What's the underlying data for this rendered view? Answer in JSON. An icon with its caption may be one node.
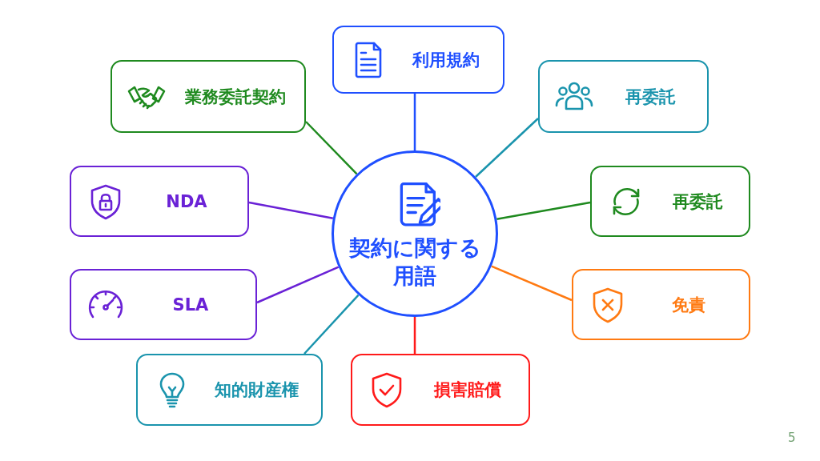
{
  "diagram": {
    "nodes": [
      {
        "text": [
          "契約に関する用語"
        ]
      },
      {
        "text": [
          "利用規約"
        ]
      },
      {
        "text": [
          "業務委託契約"
        ]
      },
      {
        "text": [
          "再委託"
        ]
      },
      {
        "text": [
          "NDA"
        ]
      },
      {
        "text": [
          "再委託"
        ]
      },
      {
        "text": [
          "SLA"
        ]
      },
      {
        "text": [
          "免責"
        ]
      },
      {
        "text": [
          "知的財産権"
        ]
      },
      {
        "text": [
          "損害賠償"
        ]
      }
    ],
    "edges": [
      {
        "from": 0,
        "to": 1,
        "arrow": "none",
        "color": "#1f4fff"
      },
      {
        "from": 0,
        "to": 2,
        "arrow": "none",
        "color": "#1f8a1f"
      },
      {
        "from": 0,
        "to": 3,
        "arrow": "none",
        "color": "#1a94ad"
      },
      {
        "from": 0,
        "to": 4,
        "arrow": "none",
        "color": "#6a22d6"
      },
      {
        "from": 0,
        "to": 5,
        "arrow": "none",
        "color": "#1f8a1f"
      },
      {
        "from": 0,
        "to": 6,
        "arrow": "none",
        "color": "#6a22d6"
      },
      {
        "from": 0,
        "to": 7,
        "arrow": "none",
        "color": "#ff7a12"
      },
      {
        "from": 0,
        "to": 8,
        "arrow": "none",
        "color": "#1a94ad"
      },
      {
        "from": 0,
        "to": 9,
        "arrow": "none",
        "color": "#ff1a1a"
      }
    ],
    "labels": [
      "5"
    ]
  }
}
